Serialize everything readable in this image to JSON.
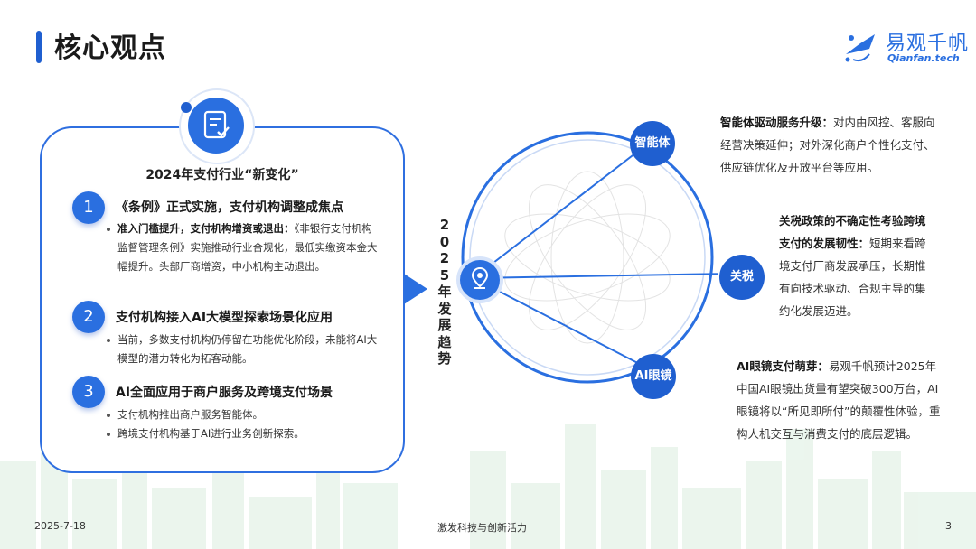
{
  "header": {
    "title": "核心观点",
    "logo_cn": "易观千帆",
    "logo_en": "Qianfan.tech"
  },
  "left_card": {
    "heading": "2024年支付行业“新变化”",
    "items": [
      {
        "number": "1",
        "title": "《条例》正式实施，支付机构调整成焦点",
        "bullets": [
          {
            "bold": "准入门槛提升，支付机构增资或退出：",
            "text": "《非银行支付机构监督管理条例》实施推动行业合规化，最低实缴资本金大幅提升。头部厂商增资，中小机构主动退出。"
          }
        ]
      },
      {
        "number": "2",
        "title": "支付机构接入AI大模型探索场景化应用",
        "bullets": [
          {
            "bold": "",
            "text": "当前，多数支付机构仍停留在功能优化阶段，未能将AI大模型的潜力转化为拓客动能。"
          }
        ]
      },
      {
        "number": "3",
        "title": "AI全面应用于商户服务及跨境支付场景",
        "bullets": [
          {
            "bold": "",
            "text": "支付机构推出商户服务智能体。"
          },
          {
            "bold": "",
            "text": "跨境支付机构基于AI进行业务创新探索。"
          }
        ]
      }
    ]
  },
  "center": {
    "vertical_label": "2025年发展趋势",
    "nodes": [
      "智能体",
      "关税",
      "AI眼镜"
    ]
  },
  "trends": [
    {
      "bold": "智能体驱动服务升级：",
      "text": "对内由风控、客服向经营决策延伸；对外深化商户个性化支付、供应链优化及开放平台等应用。"
    },
    {
      "bold": "关税政策的不确定性考验跨境支付的发展韧性：",
      "text": "短期来看跨境支付厂商发展承压，长期惟有向技术驱动、合规主导的集约化发展迈进。"
    },
    {
      "bold": "AI眼镜支付萌芽：",
      "text": "易观千帆预计2025年中国AI眼镜出货量有望突破300万台，AI眼镜将以“所见即所付”的颠覆性体验，重构人机交互与消费支付的底层逻辑。"
    }
  ],
  "footer": {
    "date": "2025-7-18",
    "center": "激发科技与创新活力",
    "page": "3"
  },
  "colors": {
    "primary": "#2a6fe0",
    "dark_blue": "#1f5fd0"
  }
}
